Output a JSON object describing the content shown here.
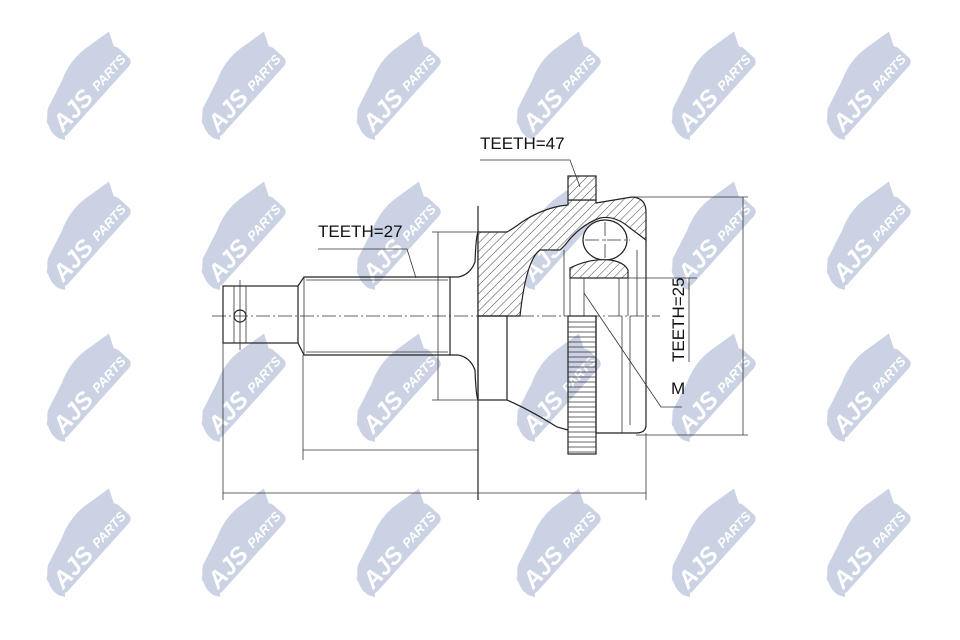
{
  "watermark": {
    "brand": "AJS",
    "suffix": "PARTS",
    "color": "#c3cbdf"
  },
  "labels": {
    "outer_teeth": "TEETH=47",
    "shaft_teeth": "TEETH=27",
    "inner_teeth": "TEETH=25",
    "thread": "M"
  },
  "colors": {
    "line": "#222222",
    "background": "#ffffff"
  }
}
